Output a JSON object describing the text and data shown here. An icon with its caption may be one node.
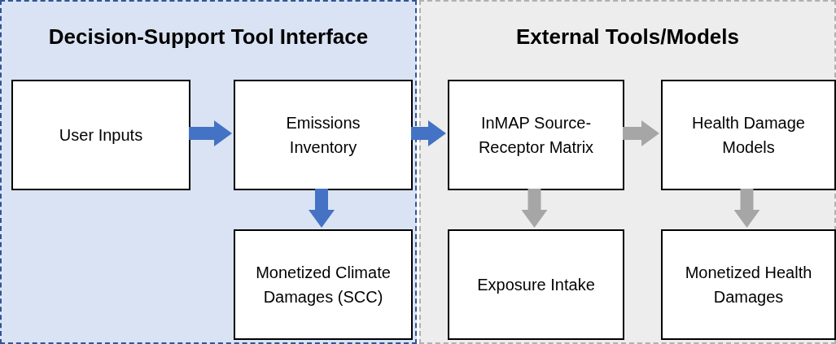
{
  "diagram": {
    "nodes": [
      {
        "text": [
          "Decision-Support Tool Interface"
        ]
      },
      {
        "text": [
          "User Inputs"
        ],
        "in": 0
      },
      {
        "text": [
          "Emissions Inventory"
        ],
        "in": 0
      },
      {
        "text": [
          "Monetized Climate Damages (SCC)"
        ],
        "in": 0
      },
      {
        "text": [
          "External Tools/Models"
        ]
      },
      {
        "text": [
          "InMAP Source-Receptor Matrix"
        ],
        "in": 4
      },
      {
        "text": [
          "Health Damage Models"
        ],
        "in": 4
      },
      {
        "text": [
          "Exposure Intake"
        ],
        "in": 4
      },
      {
        "text": [
          "Monetized Health Damages"
        ],
        "in": 4
      }
    ],
    "edges": [
      {
        "from": 1,
        "to": 2,
        "arrow": "to"
      },
      {
        "from": 2,
        "to": 3,
        "arrow": "to"
      },
      {
        "from": 2,
        "to": 5,
        "arrow": "to"
      },
      {
        "from": 5,
        "to": 6,
        "arrow": "to",
        "color": "#a6a6a6"
      },
      {
        "from": 5,
        "to": 7,
        "arrow": "to",
        "color": "#a6a6a6"
      },
      {
        "from": 6,
        "to": 8,
        "arrow": "to",
        "color": "#a6a6a6"
      }
    ]
  }
}
